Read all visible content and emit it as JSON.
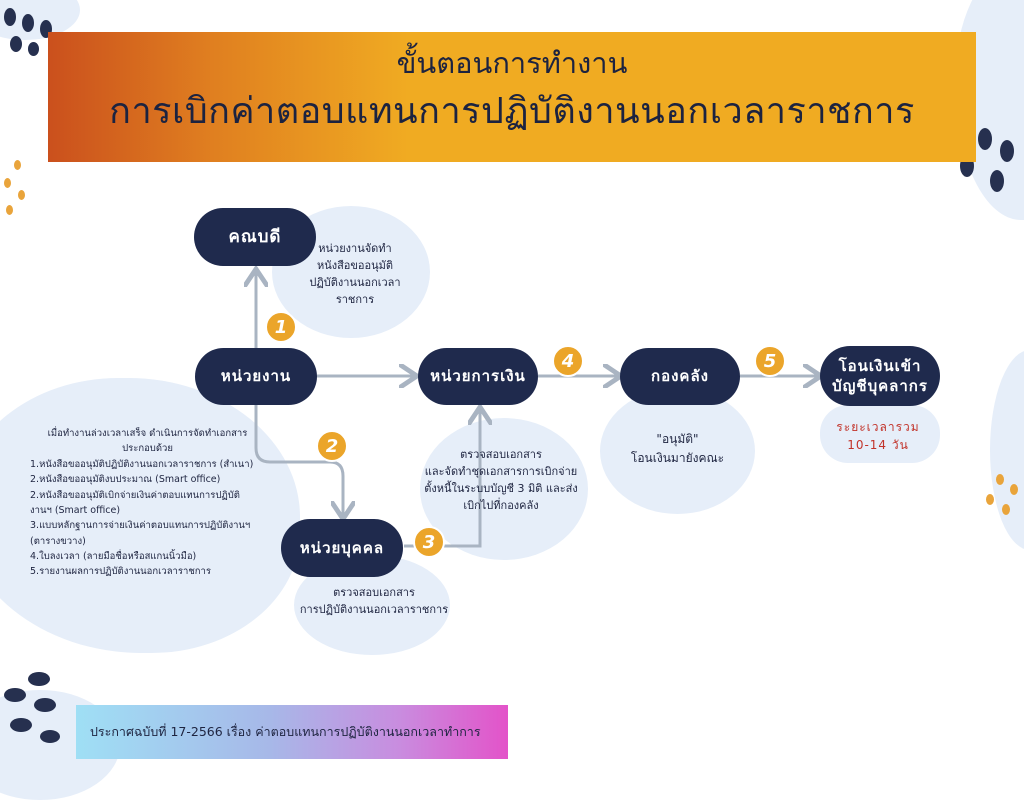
{
  "header": {
    "subtitle": "ขั้นตอนการทำงาน",
    "title": "การเบิกค่าตอบแทนการปฏิบัติงานนอกเวลาราชการ"
  },
  "nodes": {
    "dean": "คณบดี",
    "unit": "หน่วยงาน",
    "finance": "หน่วยการเงิน",
    "treasury": "กองคลัง",
    "transfer_line1": "โอนเงินเข้า",
    "transfer_line2": "บัญชีบุคลากร",
    "personnel": "หน่วยบุคคล"
  },
  "steps": [
    "1",
    "2",
    "3",
    "4",
    "5"
  ],
  "notes": {
    "dean_note": [
      "หน่วยงานจัดทำ",
      "หนังสือขออนุมัติ",
      "ปฏิบัติงานนอกเวลา",
      "ราชการ"
    ],
    "finance_note": [
      "ตรวจสอบเอกสาร",
      "และจัดทำชุดเอกสารการเบิกจ่าย",
      "ตั้งหนี้ในระบบบัญชี 3 มิติ และส่ง",
      "เบิกไปที่กองคลัง"
    ],
    "treasury_note": [
      "\"อนุมัติ\"",
      "โอนเงินมายังคณะ"
    ],
    "personnel_note": [
      "ตรวจสอบเอกสาร",
      "การปฏิบัติงานนอกเวลาราชการ"
    ],
    "duration": [
      "ระยะเวลารวม",
      "10-14 วัน"
    ]
  },
  "documents": {
    "intro": [
      "เมื่อทำงานล่วงเวลาเสร็จ ดำเนินการจัดทำเอกสาร",
      "ประกอบด้วย"
    ],
    "items": [
      "1.หนังสือขออนุมัติปฏิบัติงานนอกเวลาราชการ (สำเนา)",
      "2.หนังสือขออนุมัติงบประมาณ (Smart office)",
      "2.หนังสือขออนุมัติเบิกจ่ายเงินค่าตอบแทนการปฏิบัติ",
      "งานฯ (Smart office)",
      "3.แบบหลักฐานการจ่ายเงินค่าตอบแทนการปฏิบัติงานฯ",
      "(ตารางขวาง)",
      "4.ใบลงเวลา (ลายมือชื่อหรือสแกนนิ้วมือ)",
      "5.รายงานผลการปฏิบัติงานนอกเวลาราชการ"
    ]
  },
  "footer": {
    "text": "ประกาศฉบับที่ 17-2566 เรื่อง ค่าตอบแทนการปฏิบัติงานนอกเวลาทำการ"
  },
  "colors": {
    "node": "#1f2a4d",
    "banner": "#f0ab22",
    "badge": "#eba52a",
    "arrow": "#a9b4c2",
    "blob": "#e6eef9",
    "duration_text": "#c2332a"
  }
}
